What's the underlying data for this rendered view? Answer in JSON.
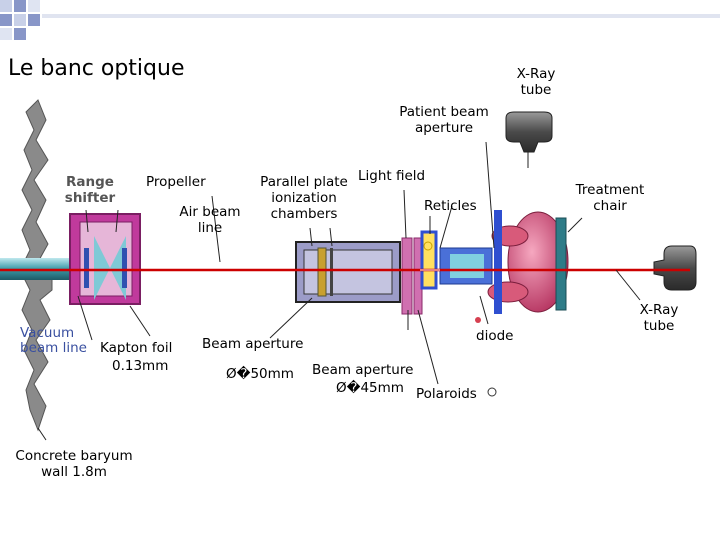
{
  "title": "Le banc optique",
  "labels": {
    "xray_tube_top": "X-Ray tube",
    "patient_beam_aperture": "Patient beam aperture",
    "range_shifter": "Range shifter",
    "propeller": "Propeller",
    "parallel_plate_chambers": "Parallel plate ionization chambers",
    "light_field": "Light field",
    "reticles": "Reticles",
    "treatment_chair": "Treatment chair",
    "air_beam_line": "Air beam line",
    "vacuum_beam_line": "Vacuum beam line",
    "kapton_foil": "Kapton foil",
    "kapton_thickness": "0.13mm",
    "beam_aperture_1": "Beam aperture",
    "beam_aperture_1_size": "Ø�50mm",
    "beam_aperture_2": "Beam aperture",
    "beam_aperture_2_size": "Ø�45mm",
    "polaroids": "Polaroids",
    "diode": "diode",
    "xray_tube_right": "X-Ray tube",
    "concrete_wall": "Concrete baryum wall 1.8m"
  },
  "colors": {
    "beam": "#cc0000",
    "range_shifter_box": "#c03a9c",
    "chamber_box": "#9c9cc8",
    "wall": "#8a8a8a",
    "vacuum_text": "#3a50a0",
    "chair": "#d85a7a",
    "patient_aperture": "#2f4fd0"
  }
}
